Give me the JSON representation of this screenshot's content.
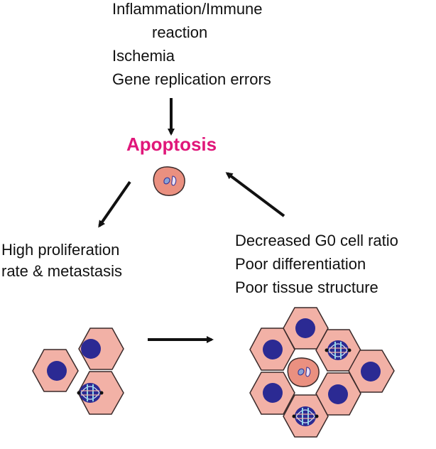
{
  "causes": {
    "line1": "Inflammation/Immune",
    "line2": "reaction",
    "line3": "Ischemia",
    "line4": "Gene replication errors"
  },
  "apoptosis": {
    "label": "Apoptosis",
    "color": "#e0177a"
  },
  "left_outcome": {
    "line1": "High proliferation",
    "line2": "rate & metastasis"
  },
  "right_outcome": {
    "line1": "Decreased G0 cell ratio",
    "line2": "Poor differentiation",
    "line3": "Poor tissue structure"
  },
  "colors": {
    "cell_fill": "#f2b1a6",
    "cell_stroke": "#3a2a2a",
    "nucleus": "#2b2a93",
    "apoptotic_cell": "#ea9080",
    "arrow": "#111111"
  }
}
